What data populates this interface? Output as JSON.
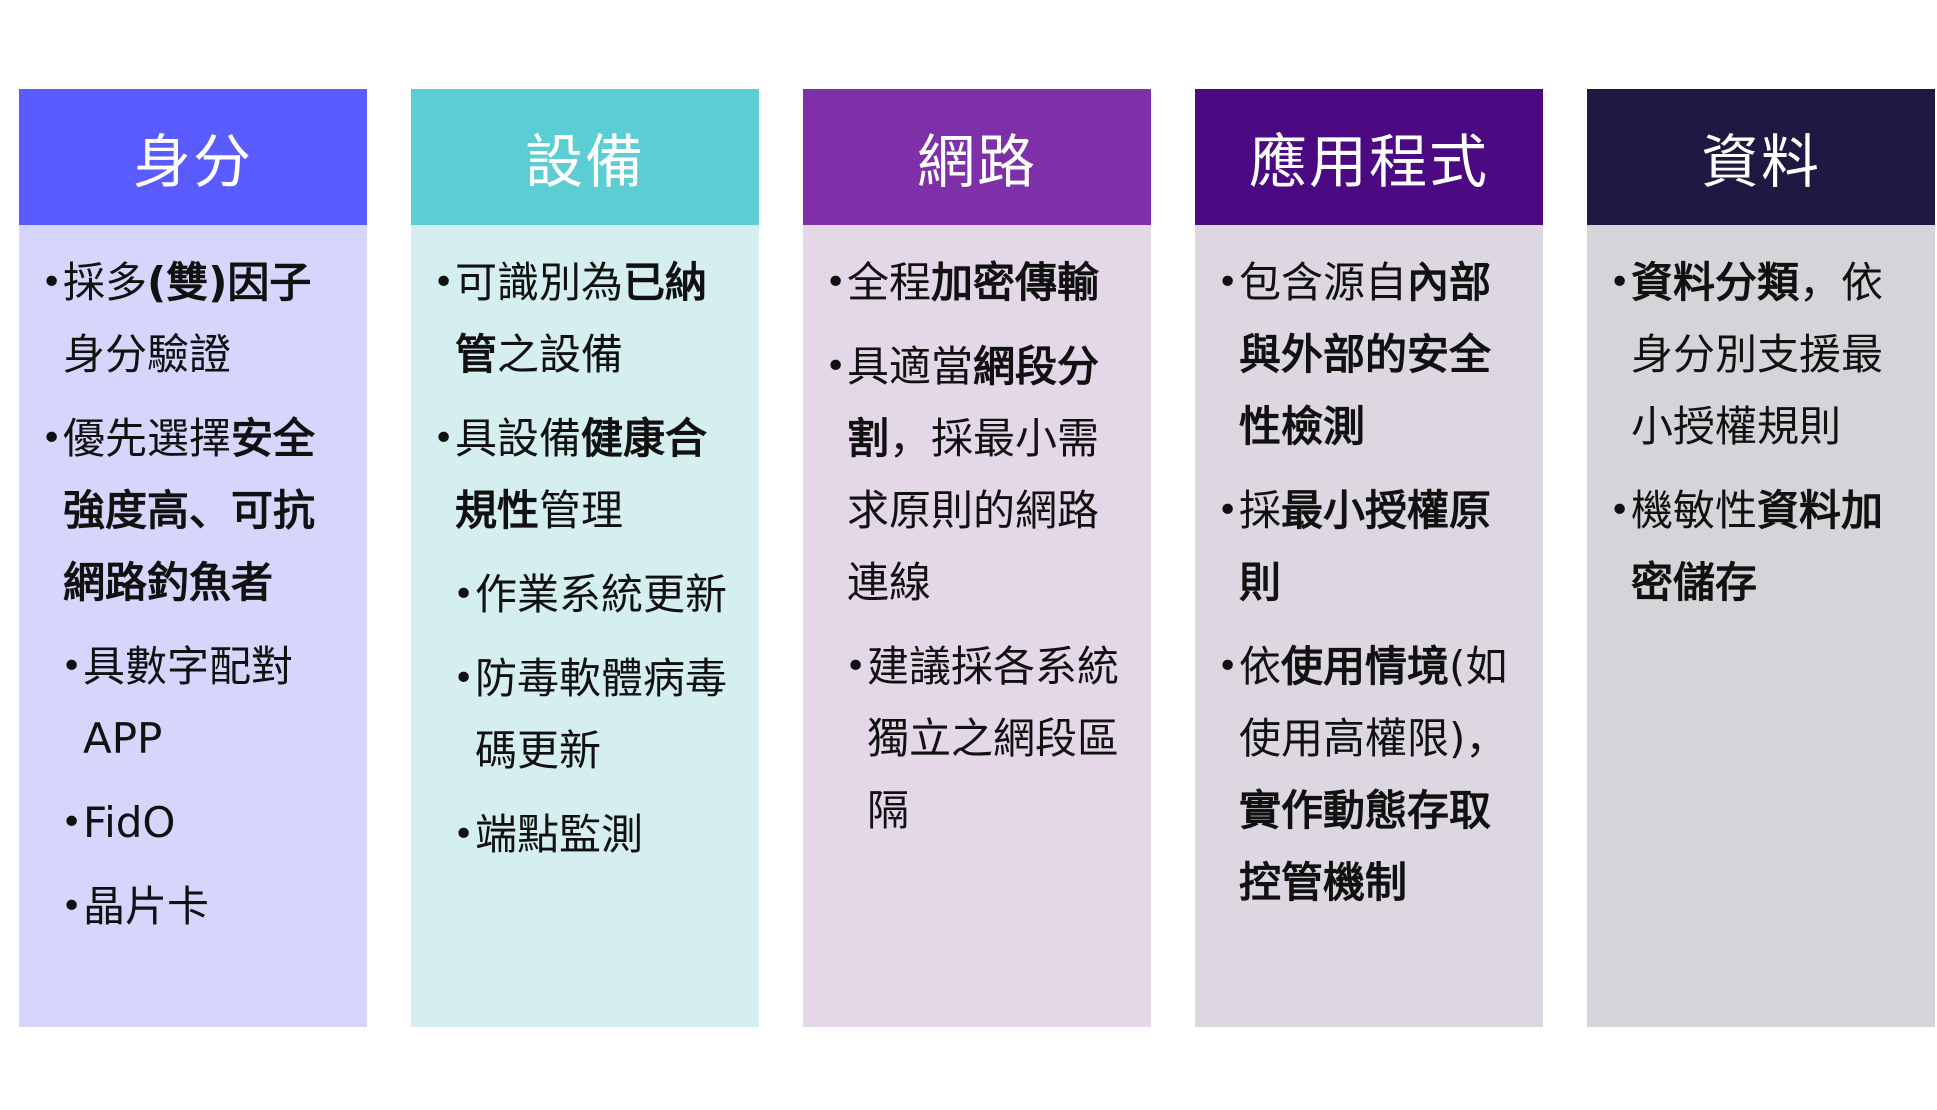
{
  "columns": [
    {
      "title": "身分",
      "items": [
        {
          "sub": false,
          "parts": [
            {
              "t": "採多"
            },
            {
              "t": "(雙)因子",
              "b": true
            },
            {
              "t": "身分驗證"
            }
          ]
        },
        {
          "sub": false,
          "parts": [
            {
              "t": "優先選擇"
            },
            {
              "t": "安全強度高、可抗網路釣魚者",
              "b": true
            }
          ]
        },
        {
          "sub": true,
          "parts": [
            {
              "t": "具數字配對 APP"
            }
          ]
        },
        {
          "sub": true,
          "parts": [
            {
              "t": "FidO"
            }
          ]
        },
        {
          "sub": true,
          "parts": [
            {
              "t": "晶片卡"
            }
          ]
        }
      ]
    },
    {
      "title": "設備",
      "items": [
        {
          "sub": false,
          "parts": [
            {
              "t": "可識別為"
            },
            {
              "t": "已納管",
              "b": true
            },
            {
              "t": "之設備"
            }
          ]
        },
        {
          "sub": false,
          "parts": [
            {
              "t": "具設備"
            },
            {
              "t": "健康合規性",
              "b": true
            },
            {
              "t": "管理"
            }
          ]
        },
        {
          "sub": true,
          "parts": [
            {
              "t": "作業系統更新"
            }
          ]
        },
        {
          "sub": true,
          "parts": [
            {
              "t": "防毒軟體病毒碼更新"
            }
          ]
        },
        {
          "sub": true,
          "parts": [
            {
              "t": "端點監測"
            }
          ]
        }
      ]
    },
    {
      "title": "網路",
      "items": [
        {
          "sub": false,
          "parts": [
            {
              "t": "全程"
            },
            {
              "t": "加密傳輸",
              "b": true
            }
          ]
        },
        {
          "sub": false,
          "parts": [
            {
              "t": "具適當"
            },
            {
              "t": "網段分割",
              "b": true
            },
            {
              "t": "，採最小需求原則的網路連線"
            }
          ]
        },
        {
          "sub": true,
          "parts": [
            {
              "t": "建議採各系統獨立之網段區隔"
            }
          ]
        }
      ]
    },
    {
      "title": "應用程式",
      "items": [
        {
          "sub": false,
          "parts": [
            {
              "t": "包含源自"
            },
            {
              "t": "內部與外部的安全性檢測",
              "b": true
            }
          ]
        },
        {
          "sub": false,
          "parts": [
            {
              "t": "採"
            },
            {
              "t": "最小授權原則",
              "b": true
            }
          ]
        },
        {
          "sub": false,
          "parts": [
            {
              "t": "依"
            },
            {
              "t": "使用情境",
              "b": true
            },
            {
              "t": "(如使用高權限)，"
            },
            {
              "t": "實作動態存取控管機制",
              "b": true
            }
          ]
        }
      ]
    },
    {
      "title": "資料",
      "items": [
        {
          "sub": false,
          "parts": [
            {
              "t": "資料分類",
              "b": true
            },
            {
              "t": "，依身分別支援最小授權規則"
            }
          ]
        },
        {
          "sub": false,
          "parts": [
            {
              "t": "機敏性"
            },
            {
              "t": "資料加密儲存",
              "b": true
            }
          ]
        }
      ]
    }
  ]
}
